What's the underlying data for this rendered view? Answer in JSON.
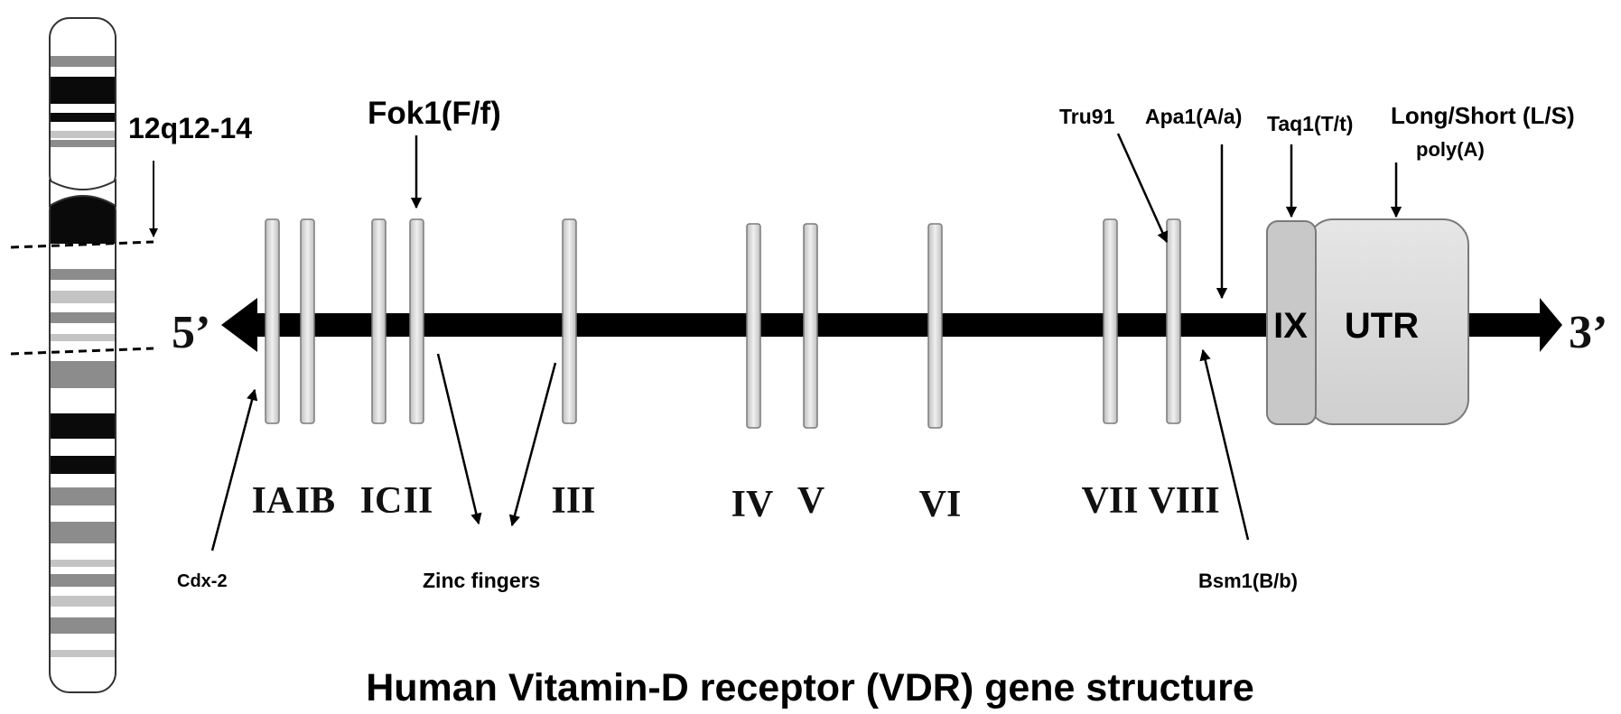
{
  "title": "Human Vitamin-D receptor (VDR) gene structure",
  "chromosome": {
    "band_label": "12q12-14"
  },
  "ends": {
    "five_prime": "5’",
    "three_prime": "3’"
  },
  "exons": [
    {
      "id": "IA",
      "label": "IA"
    },
    {
      "id": "IB",
      "label": "IB"
    },
    {
      "id": "IC",
      "label": "IC"
    },
    {
      "id": "II",
      "label": "II"
    },
    {
      "id": "III",
      "label": "III"
    },
    {
      "id": "IV",
      "label": "IV"
    },
    {
      "id": "V",
      "label": "V"
    },
    {
      "id": "VI",
      "label": "VI"
    },
    {
      "id": "VII",
      "label": "VII"
    },
    {
      "id": "VIII",
      "label": "VIII"
    }
  ],
  "exon_ix_label": "IX",
  "utr_label": "UTR",
  "polymorphisms": {
    "fok1": "Fok1(F/f)",
    "tru91": "Tru91",
    "apa1": "Apa1(A/a)",
    "taq1": "Taq1(T/t)",
    "long_short_line1": "Long/Short (L/S)",
    "long_short_line2": "poly(A)",
    "cdx2": "Cdx-2",
    "zinc_fingers": "Zinc fingers",
    "bsm1": "Bsm1(B/b)"
  },
  "colors": {
    "backbone": "#000000",
    "exon_fill": "#d8d8d8",
    "exon_stroke": "#7a7a7a",
    "band_dark": "#0a0a0a",
    "band_gray": "#8c8c8c",
    "band_light": "#c4c4c4"
  }
}
